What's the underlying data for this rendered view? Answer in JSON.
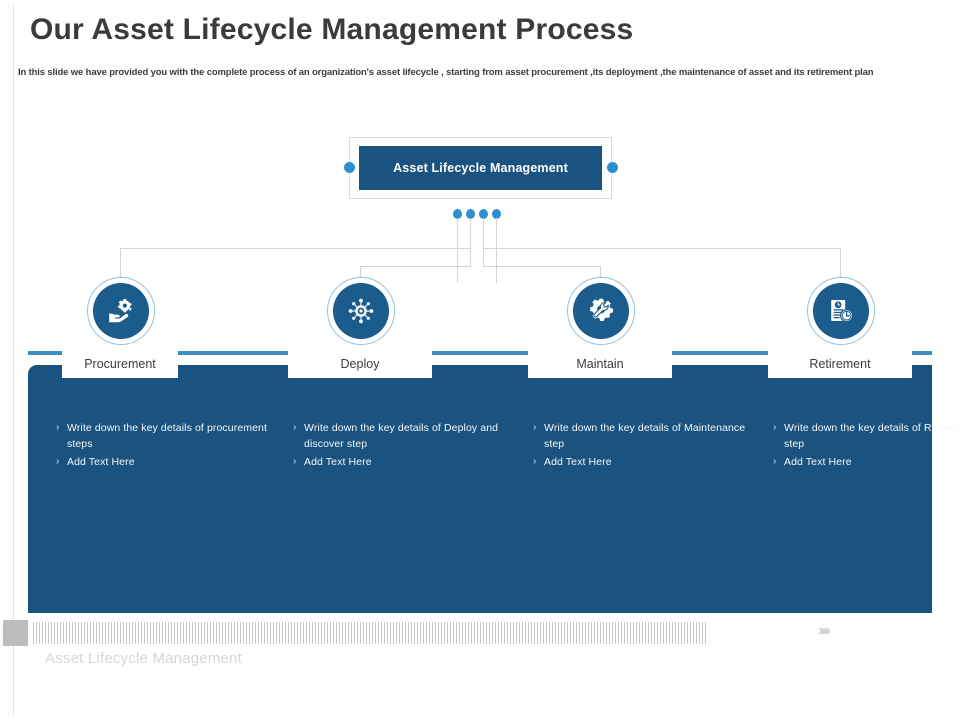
{
  "slide": {
    "title": "Our Asset Lifecycle Management Process",
    "subtitle": "In this slide we have provided you with the complete process of an organization's asset lifecycle , starting from asset procurement ,its deployment ,the maintenance of asset and its retirement plan"
  },
  "colors": {
    "panel_blue": "#1b5380",
    "accent_blue": "#2f8fce",
    "bar_blue": "#3f8fc0",
    "circle_blue": "#1c5c8c",
    "ring_blue": "#8fc3de",
    "footer_gray": "#bdbdbd"
  },
  "top_node": {
    "label": "Asset Lifecycle Management",
    "left_dot": "connector-dot",
    "right_dot": "connector-dot",
    "mini_dots_count": 4
  },
  "steps": [
    {
      "label": "Procurement",
      "icon": "hand-holding-gear-icon",
      "bullets": [
        "Write down the key details of procurement steps",
        "Add Text Here"
      ]
    },
    {
      "label": "Deploy",
      "icon": "gear-network-icon",
      "bullets": [
        "Write down the key details of Deploy and discover step",
        "Add Text Here"
      ]
    },
    {
      "label": "Maintain",
      "icon": "gear-wrench-icon",
      "bullets": [
        "Write down the key details of Maintenance step",
        "Add Text Here"
      ]
    },
    {
      "label": "Retirement",
      "icon": "document-clock-icon",
      "bullets": [
        "Write down the key details of Retirement step",
        "Add Text Here"
      ]
    }
  ],
  "bullet_marker": "›",
  "footer": {
    "text": "Asset Lifecycle Management",
    "chevrons": "›››››"
  }
}
